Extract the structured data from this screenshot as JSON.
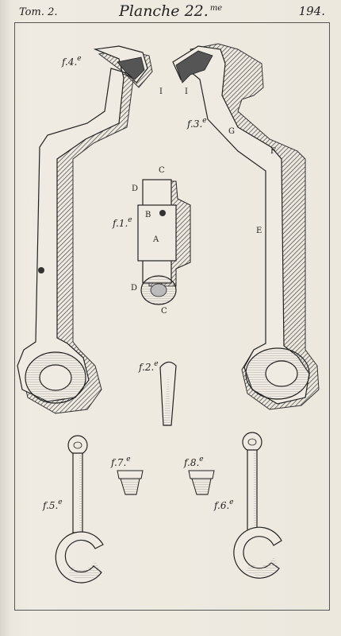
{
  "header": {
    "volume": "Tom. 2.",
    "plate_title": "Planche 22.",
    "plate_title_sup": "me",
    "page_number": "194."
  },
  "figure_labels": {
    "f4": "f.4.",
    "f4_sup": "e",
    "f3": "f.3.",
    "f3_sup": "e",
    "f1": "f.1.",
    "f1_sup": "e",
    "f2": "f.2.",
    "f2_sup": "e",
    "f7": "f.7.",
    "f7_sup": "e",
    "f8": "f.8.",
    "f8_sup": "e",
    "f5": "f.5.",
    "f5_sup": "e",
    "f6": "f.6.",
    "f6_sup": "e"
  },
  "letters": {
    "I_left": "I",
    "I_right": "I",
    "G": "G",
    "F": "F",
    "E": "E",
    "C_top": "C",
    "D_top": "D",
    "B": "B",
    "A": "A",
    "D_bottom": "D",
    "C_bottom": "C"
  },
  "colors": {
    "ink": "#222222",
    "paper": "#ece8de",
    "shadow": "#3a3a3a"
  }
}
